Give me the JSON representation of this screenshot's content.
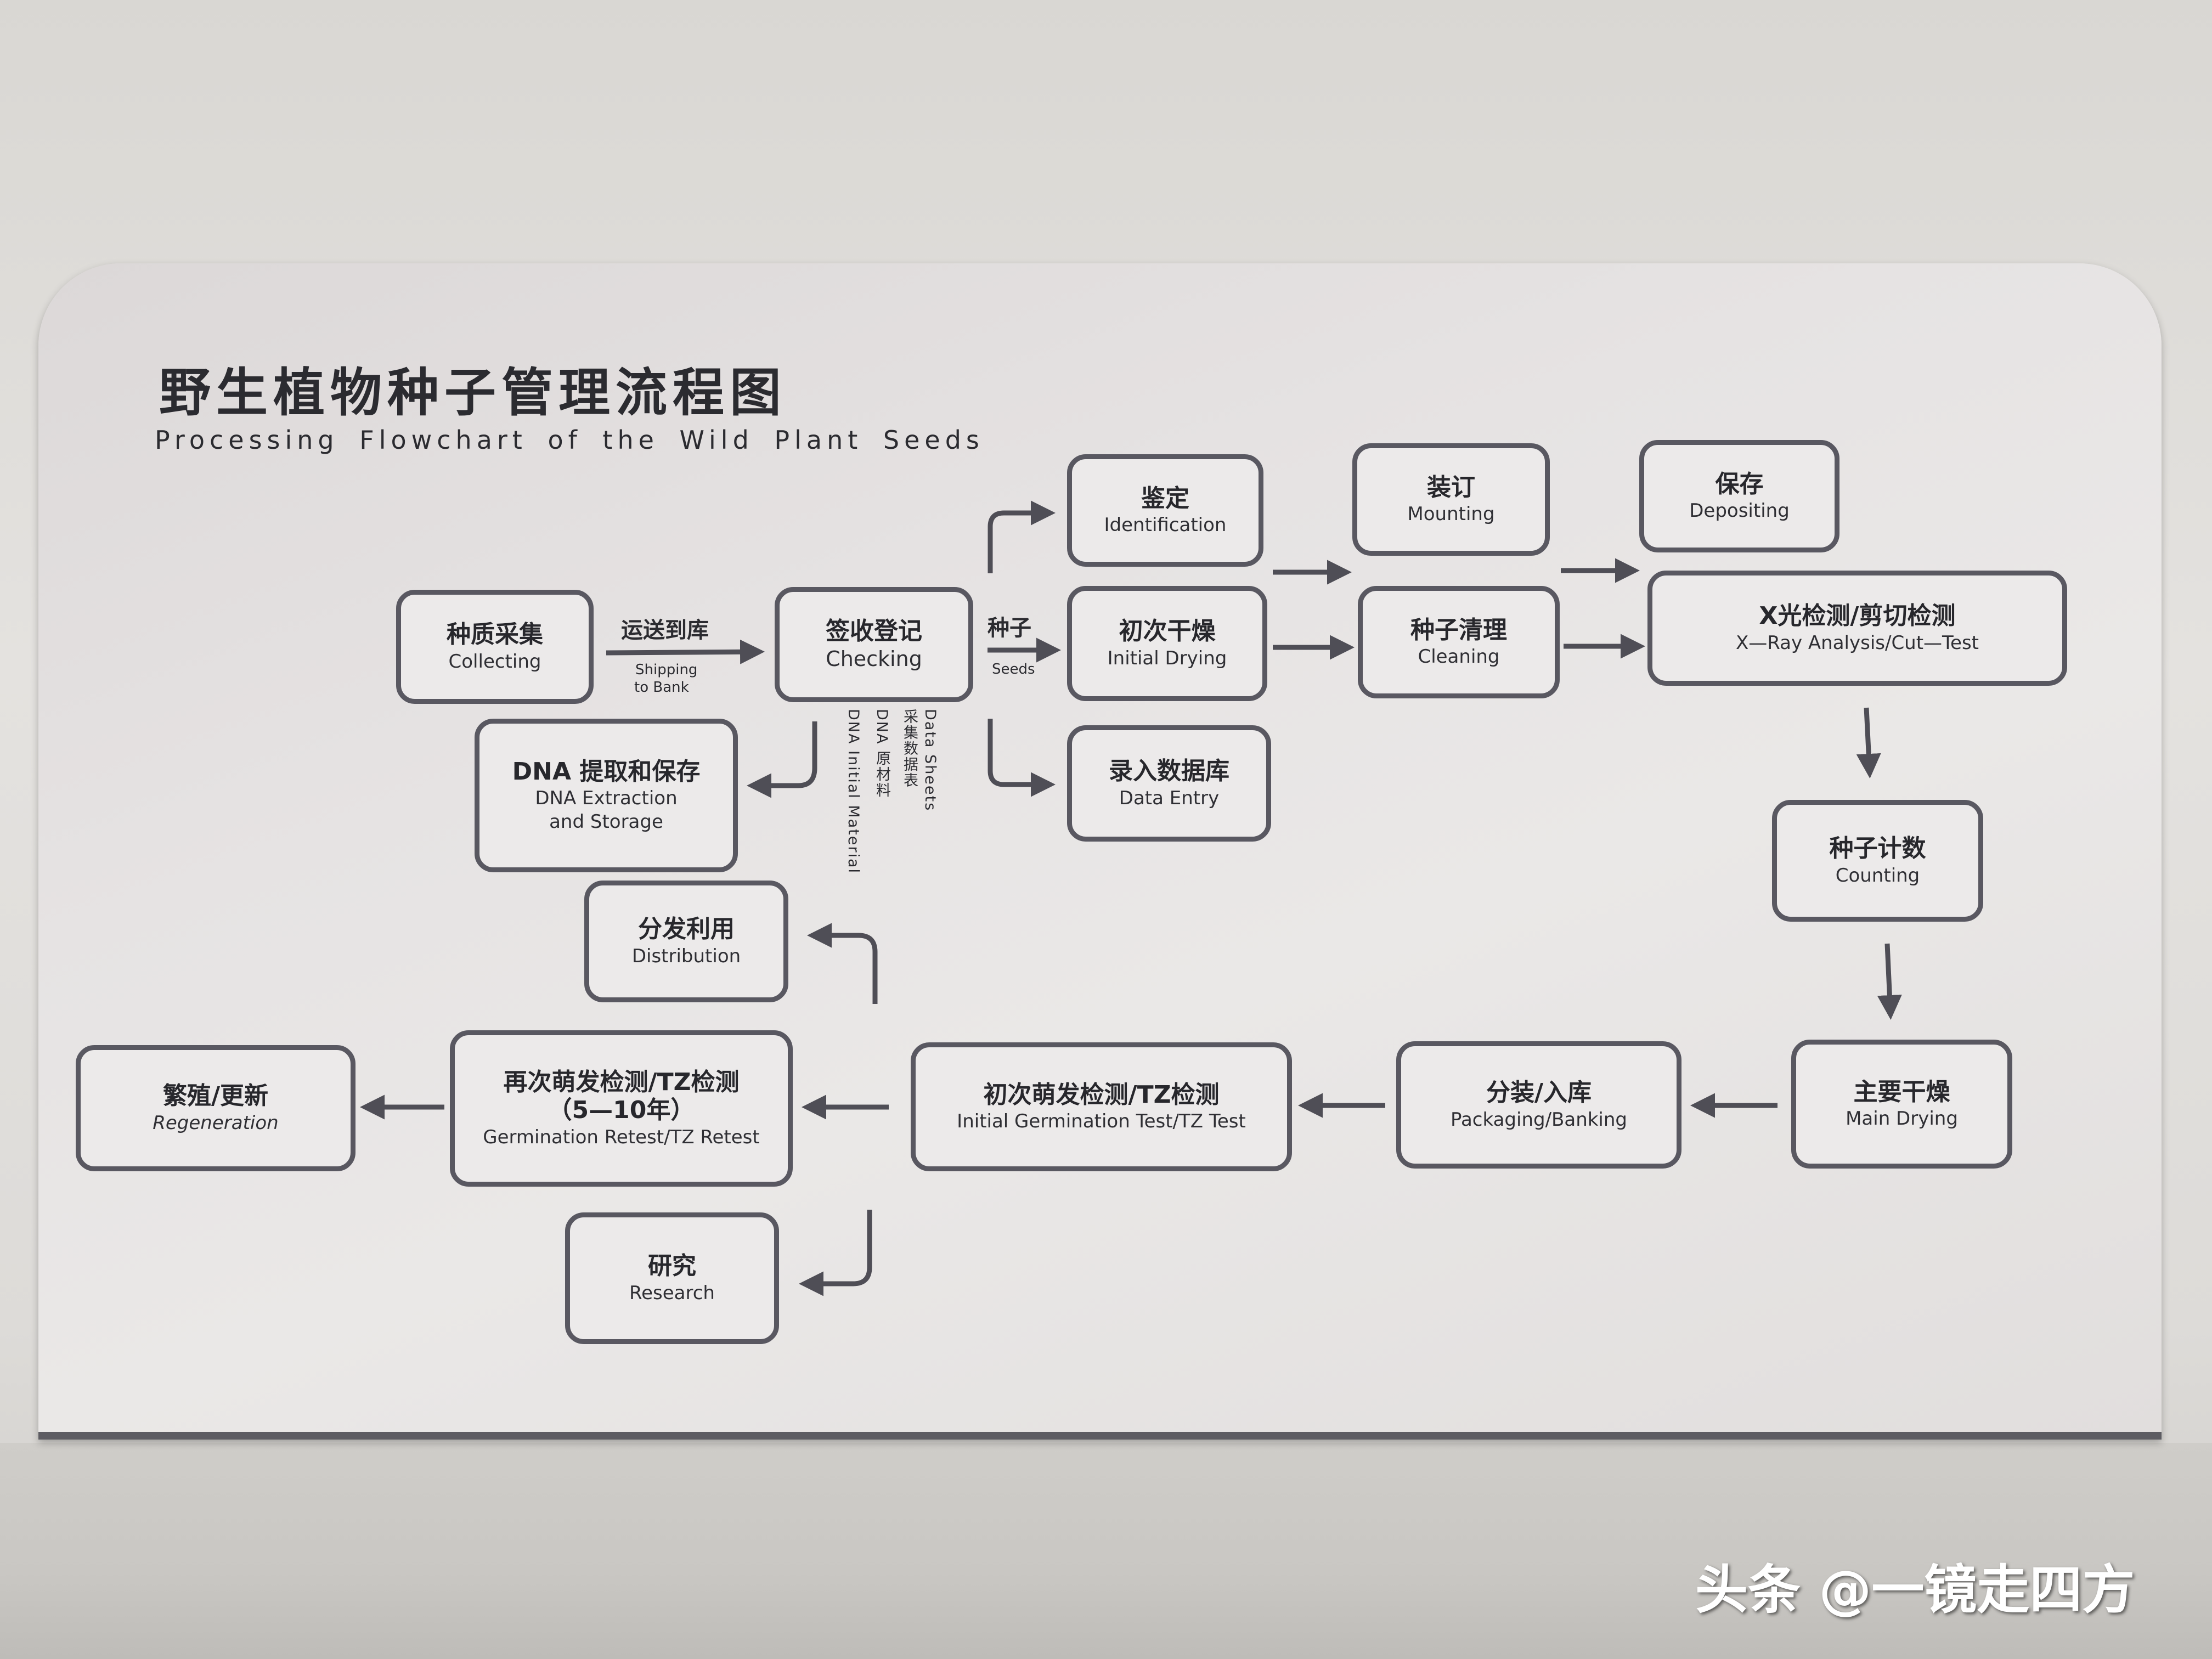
{
  "title": {
    "zh": "野生植物种子管理流程图",
    "en": "Processing Flowchart of the Wild Plant Seeds"
  },
  "nodes": {
    "collecting": {
      "zh": "种质采集",
      "en": "Collecting"
    },
    "checking": {
      "zh": "签收登记",
      "en": "Checking"
    },
    "identification": {
      "zh": "鉴定",
      "en": "Identification"
    },
    "initial_drying": {
      "zh": "初次干燥",
      "en": "Initial  Drying"
    },
    "data_entry": {
      "zh": "录入数据库",
      "en": "Data  Entry"
    },
    "mounting": {
      "zh": "装订",
      "en": "Mounting"
    },
    "cleaning": {
      "zh": "种子清理",
      "en": "Cleaning"
    },
    "depositing": {
      "zh": "保存",
      "en": "Depositing"
    },
    "xray": {
      "zh": "X光检测/剪切检测",
      "en": "X—Ray  Analysis/Cut—Test"
    },
    "dna": {
      "zh": "DNA 提取和保存",
      "en": "DNA  Extraction",
      "en2": "and  Storage"
    },
    "counting": {
      "zh": "种子计数",
      "en": "Counting"
    },
    "distribution": {
      "zh": "分发利用",
      "en": "Distribution"
    },
    "main_drying": {
      "zh": "主要干燥",
      "en": "Main  Drying"
    },
    "packaging": {
      "zh": "分装/入库",
      "en": "Packaging/Banking"
    },
    "initial_germination": {
      "zh": "初次萌发检测/TZ检测",
      "en": "Initial  Germination  Test/TZ  Test"
    },
    "retest": {
      "zh": "再次萌发检测/TZ检测",
      "zh2": "（5—10年）",
      "en": "Germination  Retest/TZ  Retest"
    },
    "regeneration": {
      "zh": "繁殖/更新",
      "en": "Regeneration"
    },
    "research": {
      "zh": "研究",
      "en": "Research"
    }
  },
  "edge_labels": {
    "shipping_zh": "运送到库",
    "shipping_en1": "Shipping",
    "shipping_en2": "to  Bank",
    "seeds_zh": "种子",
    "seeds_en": "Seeds",
    "data_sheets_en": "Data  Sheets",
    "data_sheets_zh": "采集数据表",
    "dna_material_zh": "DNA  原材料",
    "dna_material_en": "DNA  Initial  Material"
  },
  "watermark": "头条 @一镜走四方",
  "colors": {
    "board": "#e6e3e3",
    "border": "#595861",
    "text": "#2a2a2e",
    "wall": "#dcdad6"
  }
}
